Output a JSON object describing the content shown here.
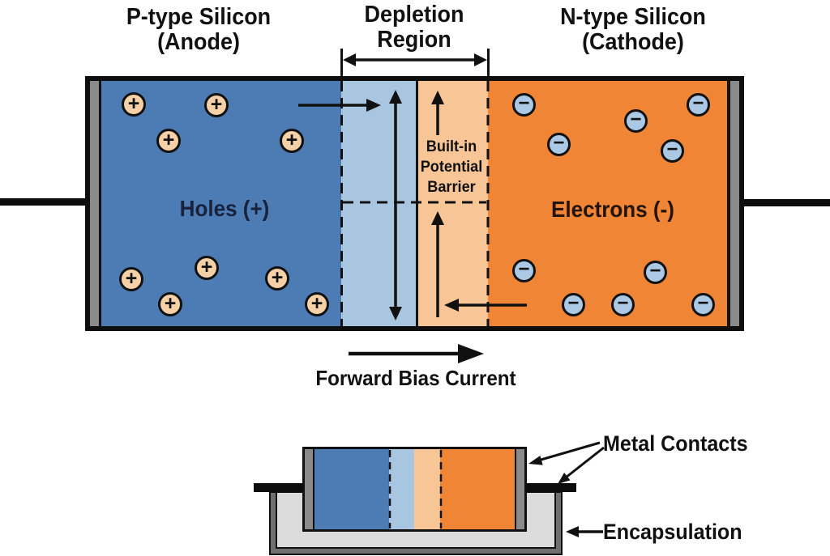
{
  "p_region": {
    "title": "P-type Silicon",
    "subtitle": "(Anode)",
    "label": "Holes (+)",
    "symbol": "+"
  },
  "depletion_region": {
    "title": "Depletion",
    "subtitle": "Region",
    "barrier": {
      "line1": "Built-in",
      "line2": "Potential",
      "line3": "Barrier"
    }
  },
  "n_region": {
    "title": "N-type Silicon",
    "subtitle": "(Cathode)",
    "label": "Electrons (-)",
    "symbol": "−"
  },
  "forward_bias_label": "Forward Bias Current",
  "package": {
    "metal_contacts": "Metal Contacts",
    "encapsulation": "Encapsulation"
  },
  "colors": {
    "p-blue": "#4d7cb5",
    "depletion-blue": "#a8c6e0",
    "depletion-orange": "#f8c596",
    "n-orange": "#ef8535",
    "hole-fill": "#f6d1a8",
    "electron-fill": "#abc9e4",
    "contact-gray": "#8a8a8a",
    "encap-light": "#dcdcdc",
    "encap-dark": "#6f6f6f"
  }
}
